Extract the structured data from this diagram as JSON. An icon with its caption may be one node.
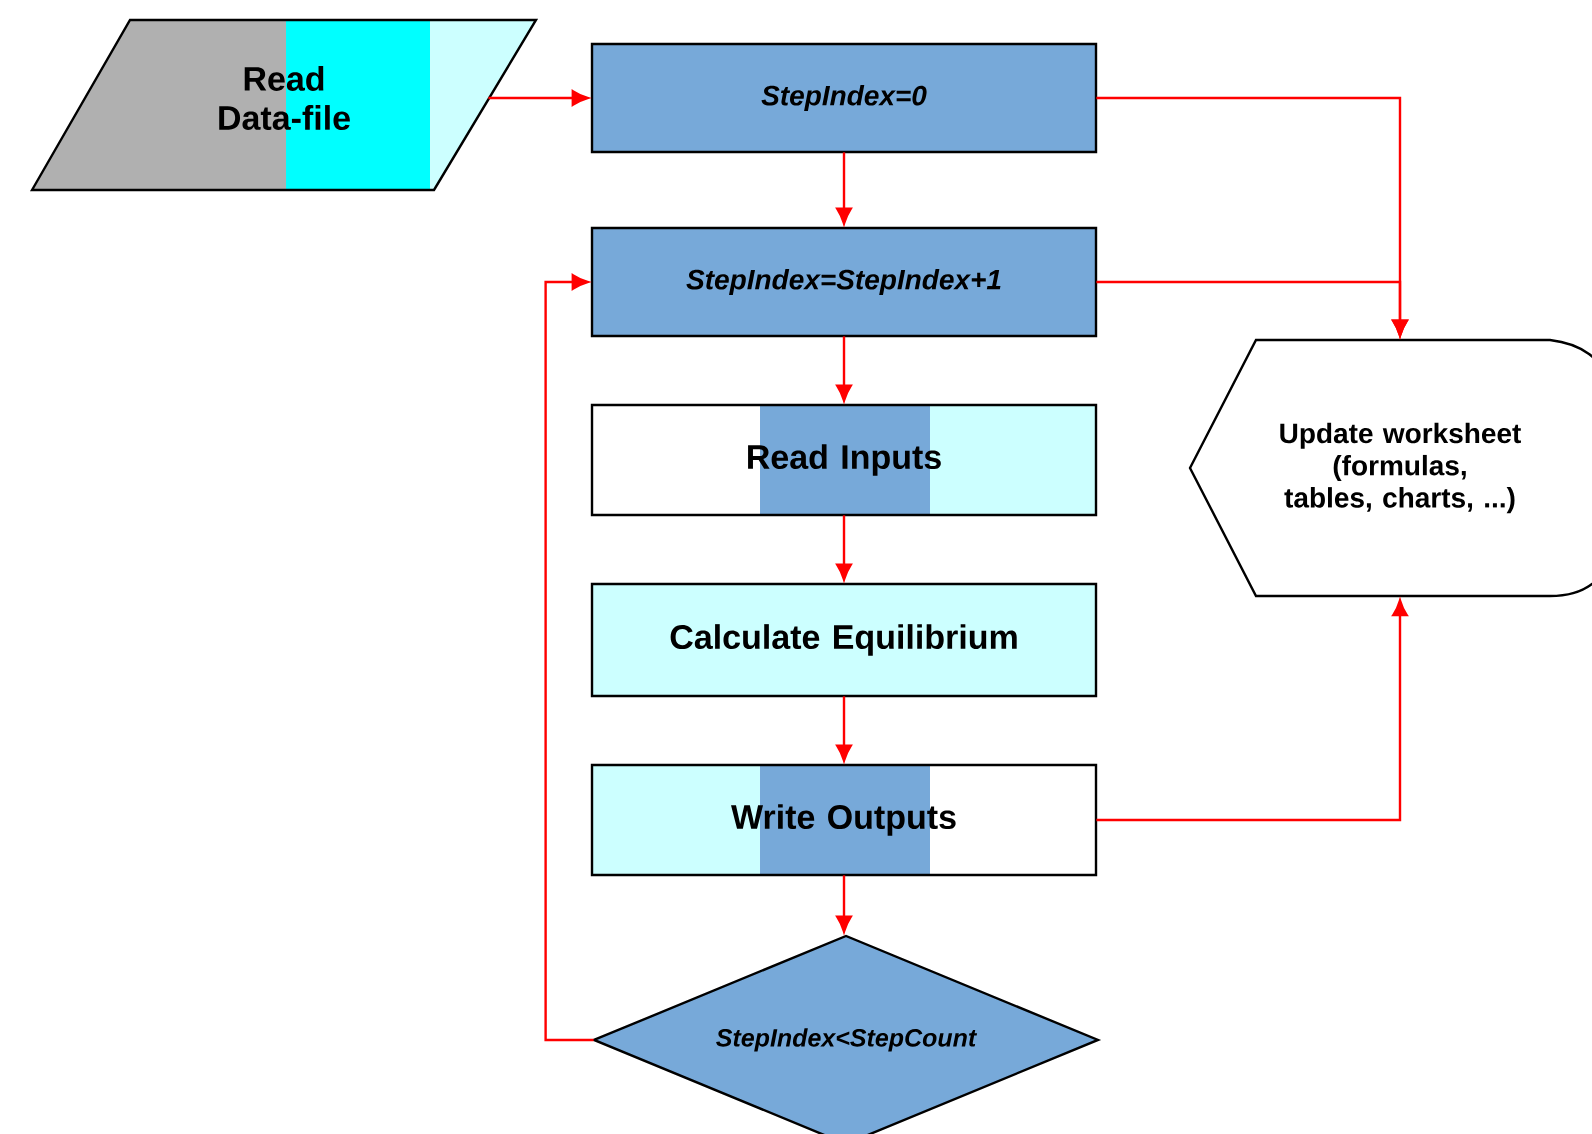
{
  "diagram": {
    "nodes": [
      {
        "text": [
          "Read Data-file"
        ]
      },
      {
        "text": [
          "StepIndex=0"
        ]
      },
      {
        "text": [
          "*StepIndex=StepIndex*+1"
        ]
      },
      {
        "text": [
          "Read Inputs"
        ]
      },
      {
        "text": [
          "Calculate Equilibrium"
        ]
      },
      {
        "text": [
          "Write Outputs"
        ]
      },
      {
        "text": [
          "StepIndex<StepCount"
        ]
      },
      {
        "text": [
          "Update worksheet (formulas, tables, charts, ...)"
        ]
      }
    ],
    "edges": [
      {
        "from": 0,
        "to": 1,
        "arrow": "to"
      },
      {
        "from": 1,
        "to": 2,
        "arrow": "to"
      },
      {
        "from": 2,
        "to": 3,
        "arrow": "to"
      },
      {
        "from": 3,
        "to": 4,
        "arrow": "to"
      },
      {
        "from": 4,
        "to": 5,
        "arrow": "to"
      },
      {
        "from": 5,
        "to": 6,
        "arrow": "to"
      },
      {
        "from": 6,
        "to": 2,
        "arrow": "to"
      },
      {
        "from": 1,
        "to": 7,
        "arrow": "to"
      },
      {
        "from": 2,
        "to": 7,
        "arrow": "to"
      },
      {
        "from": 5,
        "to": 7,
        "arrow": "to"
      }
    ]
  }
}
